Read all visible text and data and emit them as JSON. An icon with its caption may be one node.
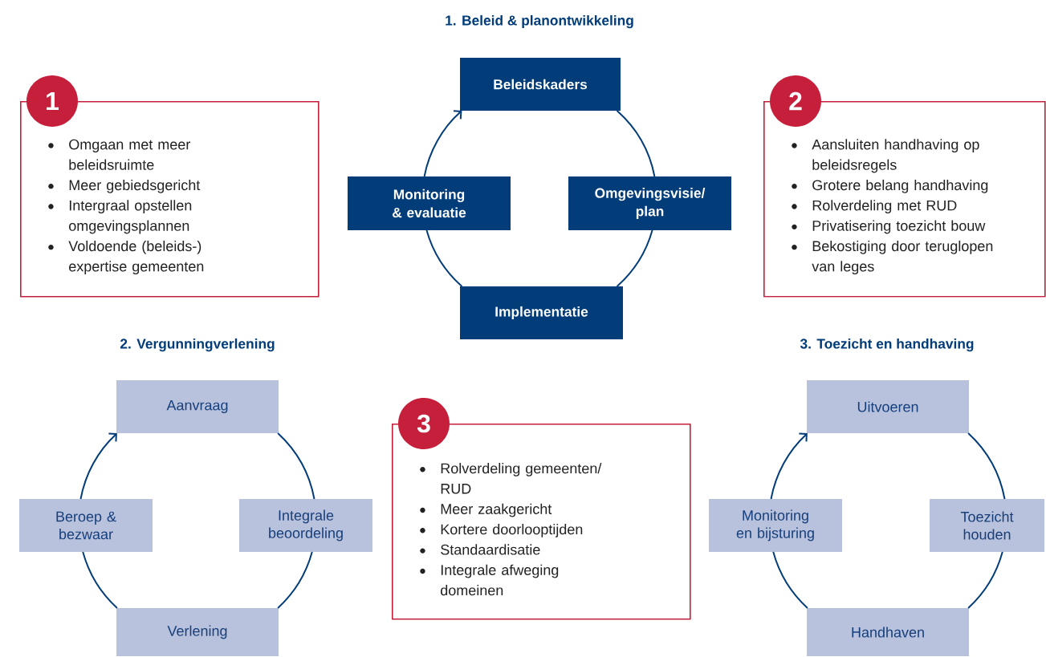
{
  "diagram": {
    "nodes": [
      {
        "text": [
          "1",
          "Omgaan met meer beleidsruimte",
          "Meer gebiedsgericht",
          "Intergraal opstellen omgevingsplannen",
          "Voldoende (beleids-) expertise gemeenten"
        ]
      },
      {
        "text": [
          "Beleidskaders"
        ]
      },
      {
        "text": [
          "Monitoring & evaluatie"
        ]
      },
      {
        "text": [
          "Omgevingsvisie/ plan"
        ]
      },
      {
        "text": [
          "Implementatie"
        ]
      },
      {
        "text": [
          "2",
          "Aansluiten handhaving op beleidsregels",
          "Grotere belang handhaving",
          "Rolverdeling met RUD",
          "Privatisering toezicht bouw",
          "Bekostiging door teruglopen van leges"
        ]
      },
      {
        "text": [
          "Aanvraag"
        ]
      },
      {
        "text": [
          "Beroep & bezwaar"
        ]
      },
      {
        "text": [
          "Integrale beoordeling"
        ]
      },
      {
        "text": [
          "Verlening"
        ]
      },
      {
        "text": [
          "3",
          "Rolverdeling gemeenten/ RUD",
          "Meer zaakgericht",
          "Kortere doorlooptijden",
          "Standaardisatie",
          "Integrale afweging domeinen"
        ]
      },
      {
        "text": [
          "Uitvoeren"
        ]
      },
      {
        "text": [
          "Monitoring en bijsturing"
        ]
      },
      {
        "text": [
          "Toezicht houden"
        ]
      },
      {
        "text": [
          "Handhaven"
        ]
      }
    ],
    "edges": [
      {
        "from": 1,
        "to": 3,
        "arrow": "none"
      },
      {
        "from": 3,
        "to": 4,
        "arrow": "none"
      },
      {
        "from": 4,
        "to": 2,
        "arrow": "none"
      },
      {
        "from": 2,
        "to": 1,
        "arrow": "to"
      },
      {
        "from": 6,
        "to": 8,
        "arrow": "none"
      },
      {
        "from": 8,
        "to": 9,
        "arrow": "none"
      },
      {
        "from": 9,
        "to": 7,
        "arrow": "none"
      },
      {
        "from": 7,
        "to": 6,
        "arrow": "to"
      },
      {
        "from": 11,
        "to": 13,
        "arrow": "none"
      },
      {
        "from": 13,
        "to": 14,
        "arrow": "none"
      },
      {
        "from": 14,
        "to": 12,
        "arrow": "none"
      },
      {
        "from": 12,
        "to": 11,
        "arrow": "to"
      }
    ],
    "labels": [
      "1. Beleid & planontwikkeling",
      "2. Vergunningverlening",
      "3. Toezicht en handhaving"
    ]
  }
}
